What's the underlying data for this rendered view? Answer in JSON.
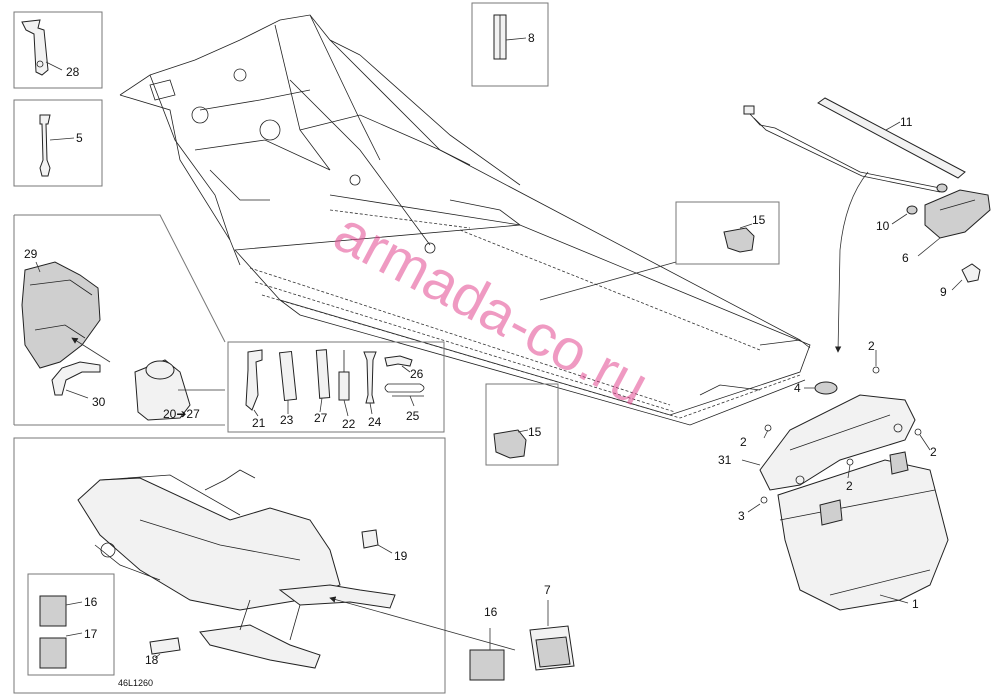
{
  "drawing_code": "46L1260",
  "watermark": "armada-co.ru",
  "callouts": {
    "c1": "1",
    "c2a": "2",
    "c2b": "2",
    "c2c": "2",
    "c2d": "2",
    "c3": "3",
    "c4": "4",
    "c5": "5",
    "c6": "6",
    "c7": "7",
    "c8": "8",
    "c9": "9",
    "c10": "10",
    "c11": "11",
    "c15a": "15",
    "c15b": "15",
    "c16a": "16",
    "c16b": "16",
    "c17": "17",
    "c18": "18",
    "c19": "19",
    "c2027": "20➔27",
    "c21": "21",
    "c22": "22",
    "c23": "23",
    "c24": "24",
    "c25": "25",
    "c26": "26",
    "c27": "27",
    "c28": "28",
    "c29": "29",
    "c30": "30",
    "c31": "31"
  }
}
